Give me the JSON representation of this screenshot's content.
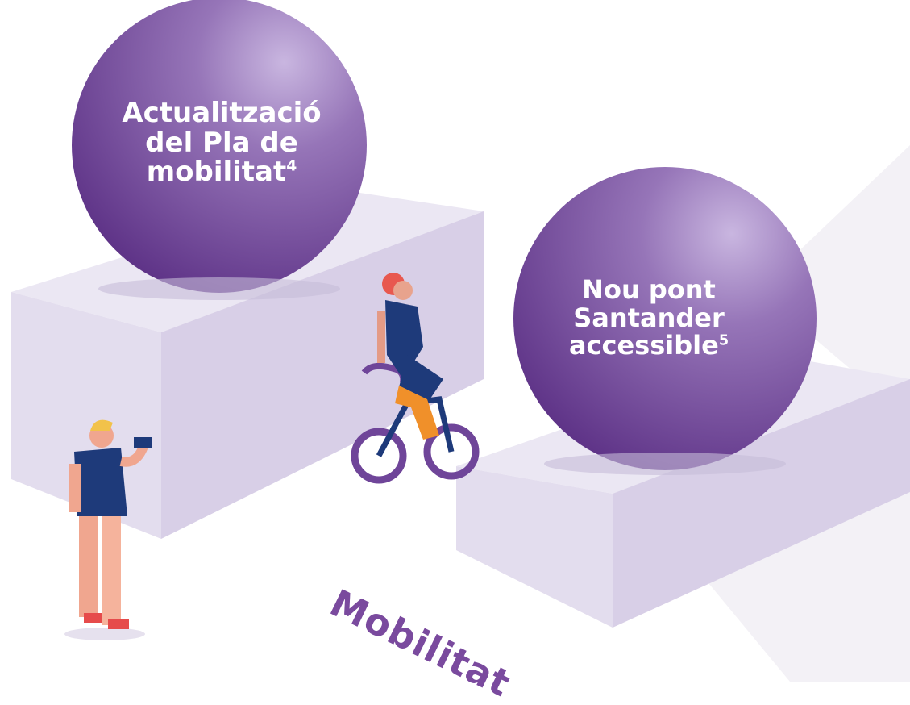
{
  "colors": {
    "sphere_dark": "#6b3e93",
    "sphere_light": "#a98ac6",
    "block_top": "#ebe7f2",
    "block_side": "#ddd5ea",
    "block_shadow": "#c9bfdc",
    "label": "#7a4a9e",
    "watermark": "#f1eef4"
  },
  "spheres": [
    {
      "line1": "Actualització",
      "line2": "del Pla de",
      "line3": "mobilitat",
      "footnote": "4"
    },
    {
      "line1": "Nou pont",
      "line2": "Santander",
      "line3": "accessible",
      "footnote": "5"
    }
  ],
  "section_label": "Mobilitat",
  "figures": [
    "cyclist-illustration",
    "man-with-phone-illustration"
  ]
}
